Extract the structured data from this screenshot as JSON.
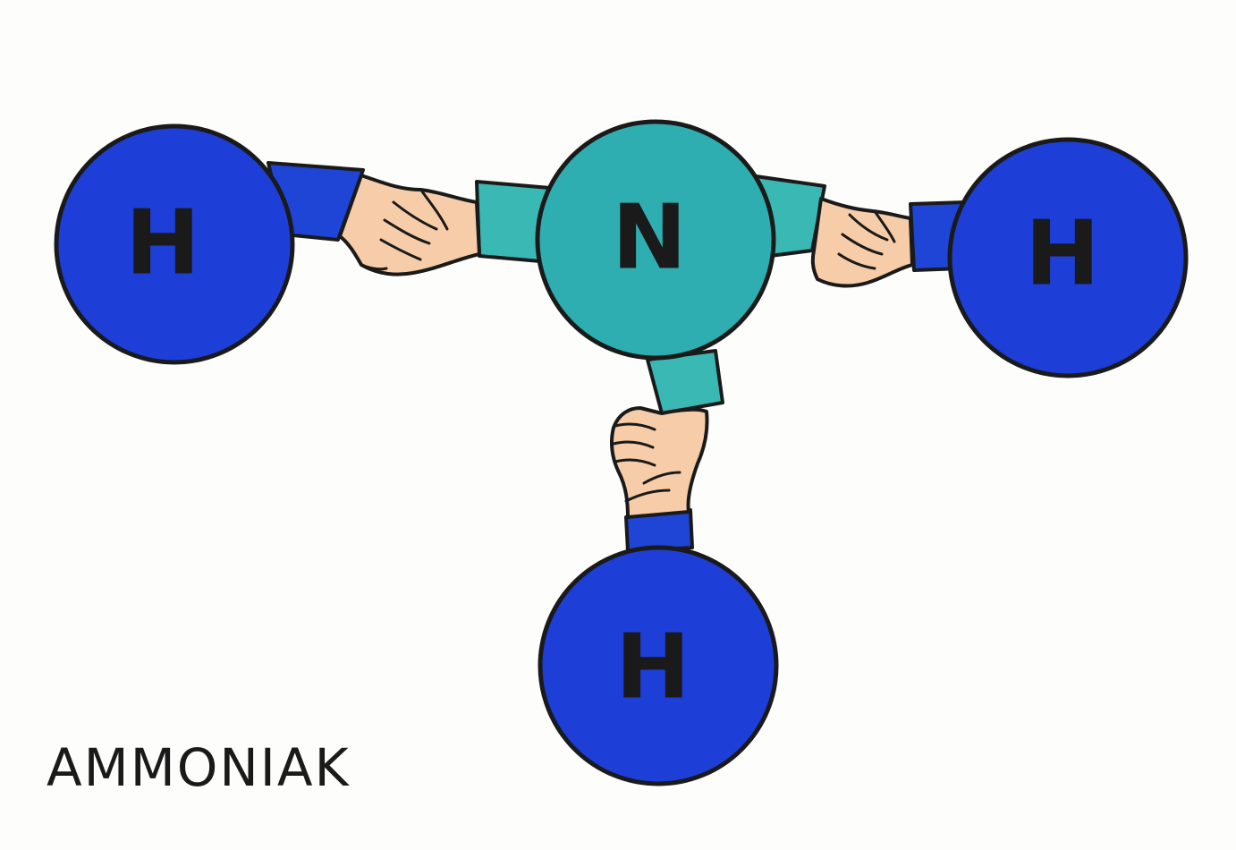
{
  "title": "AMMONIAK",
  "atoms": {
    "center": {
      "symbol": "N"
    },
    "left": {
      "symbol": "H"
    },
    "right": {
      "symbol": "H"
    },
    "bottom": {
      "symbol": "H"
    }
  },
  "colors": {
    "nitrogen": "#2eaeb0",
    "hydrogen": "#1d3fd8",
    "sleeve_h": "#1e45d6",
    "sleeve_n": "#3ab8b4",
    "skin": "#f6cda8",
    "outline": "#1a1a1a",
    "paper": "#fdfdfc"
  }
}
